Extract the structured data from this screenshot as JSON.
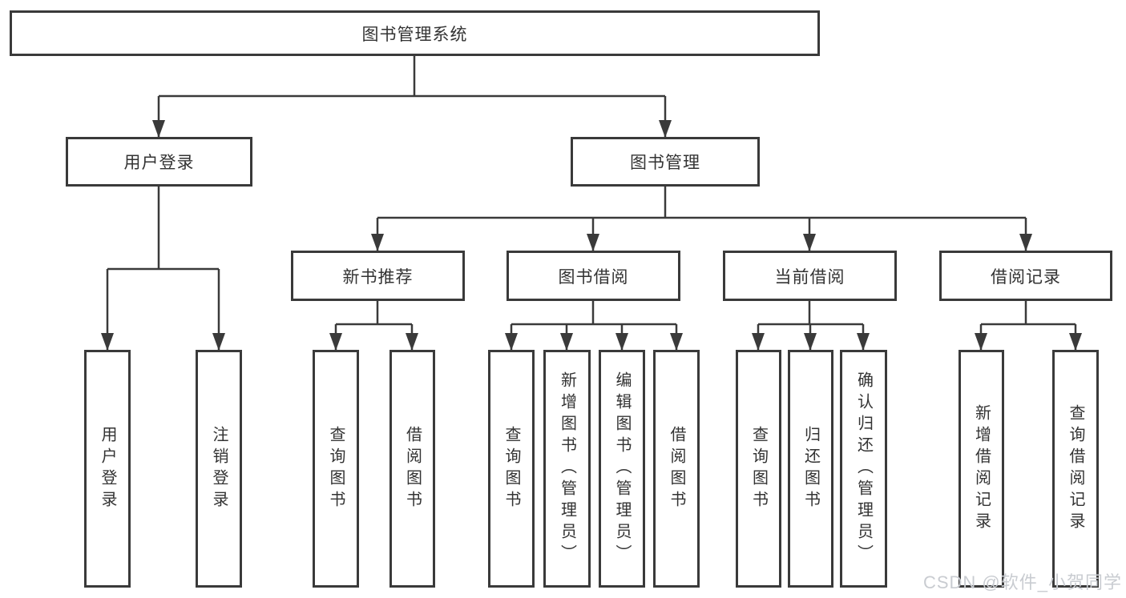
{
  "diagram": {
    "root": {
      "label": "图书管理系统"
    },
    "level1": [
      {
        "label": "用户登录"
      },
      {
        "label": "图书管理"
      }
    ],
    "level2": [
      {
        "label": "新书推荐"
      },
      {
        "label": "图书借阅"
      },
      {
        "label": "当前借阅"
      },
      {
        "label": "借阅记录"
      }
    ],
    "leaves": {
      "user_login": [
        "用户登录",
        "注销登录"
      ],
      "new_book_recommend": [
        "查询图书",
        "借阅图书"
      ],
      "book_borrow": [
        "查询图书",
        "新增图书（管理员）",
        "编辑图书（管理员）",
        "借阅图书"
      ],
      "current_borrow": [
        "查询图书",
        "归还图书",
        "确认归还（管理员）"
      ],
      "borrow_records": [
        "新增借阅记录",
        "查询借阅记录"
      ]
    }
  },
  "watermark": {
    "text": "CSDN @软件_小贺同学"
  },
  "colors": {
    "line": "#3a3a3a",
    "text": "#333333",
    "watermark": "#c9ccd1",
    "background": "#ffffff"
  }
}
